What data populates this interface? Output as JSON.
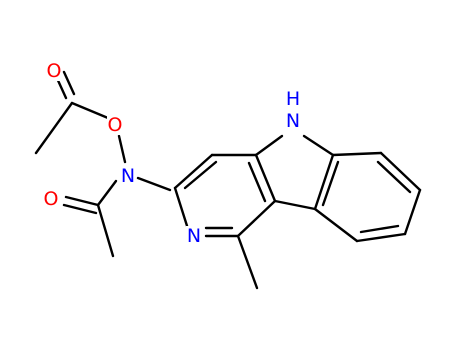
{
  "molecule": {
    "atoms": {
      "o_carbonyl_top": {
        "symbol": "O",
        "color": "#ff0000"
      },
      "o_ester": {
        "symbol": "O",
        "color": "#ff0000"
      },
      "n_amide": {
        "symbol": "N",
        "color": "#0000ff"
      },
      "o_carbonyl_amide": {
        "symbol": "O",
        "color": "#ff0000"
      },
      "n_pyridine": {
        "symbol": "N",
        "color": "#0000ff"
      },
      "nh_indole": {
        "symbol": "H",
        "color": "#0000ff"
      },
      "n_indole": {
        "symbol": "N",
        "color": "#0000ff"
      }
    },
    "bond_color": "#000000",
    "heteroatom_colors": {
      "oxygen": "#ff0000",
      "nitrogen": "#0000ff"
    }
  }
}
